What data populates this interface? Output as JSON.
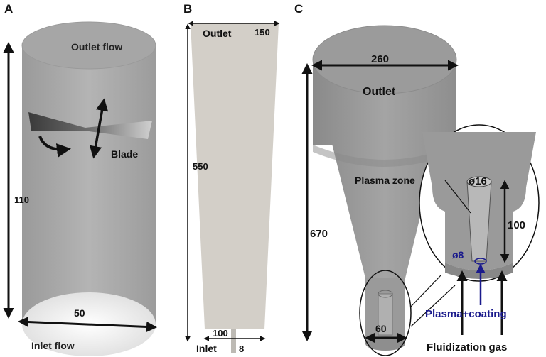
{
  "panels": {
    "A": {
      "letter": "A",
      "labels": {
        "outlet": "Outlet flow",
        "inlet": "Inlet flow",
        "blade": "Blade"
      },
      "dimensions": {
        "height": "110",
        "diameter": "50"
      }
    },
    "B": {
      "letter": "B",
      "labels": {
        "outlet": "Outlet",
        "inlet": "Inlet"
      },
      "dimensions": {
        "top": "150",
        "height": "550",
        "bottom": "100",
        "inlet_width": "8"
      }
    },
    "C": {
      "letter": "C",
      "labels": {
        "outlet": "Outlet",
        "plasma_zone": "Plasma zone",
        "plasma_coating": "Plasma+coating",
        "fluidization_gas": "Fluidization gas"
      },
      "dimensions": {
        "top_diameter": "260",
        "height": "670",
        "bottom_diameter": "60",
        "tube_diameter": "ø16",
        "tube_length": "100",
        "nozzle_diameter": "ø8"
      }
    }
  },
  "colors": {
    "highlight_text": "#1a1a8c",
    "body_grey": "#a8a8a8",
    "panel_b_fill": "#d3cfc8"
  }
}
